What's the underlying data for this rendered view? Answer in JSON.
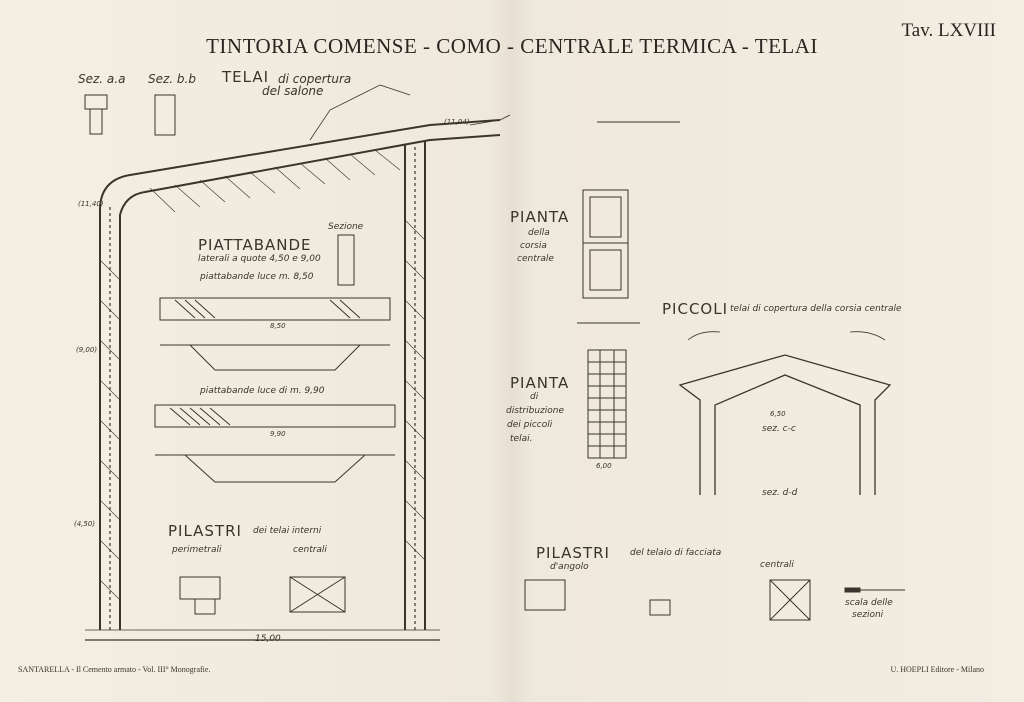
{
  "header": {
    "title": "TINTORIA COMENSE - COMO - CENTRALE TERMICA - TELAI",
    "plate": "Tav. LXVIII"
  },
  "sections": {
    "sez_aa": "Sez. a.a",
    "sez_bb": "Sez. b.b",
    "telai_title": "TELAI",
    "telai_sub1": "di copertura",
    "telai_sub2": "del salone",
    "piattabande_title": "PIATTABANDE",
    "piattabande_sub": "laterali a quote 4,50 e 9,00",
    "piatt_luce1": "piattabande luce m. 8,50",
    "piatt_luce2": "piattabande luce di m. 9,90",
    "sezione": "Sezione",
    "pianta1_title": "PIANTA",
    "pianta1_sub1": "della",
    "pianta1_sub2": "corsia",
    "pianta1_sub3": "centrale",
    "pianta2_title": "PIANTA",
    "pianta2_sub1": "di",
    "pianta2_sub2": "distribuzione",
    "pianta2_sub3": "dei piccoli",
    "pianta2_sub4": "telai.",
    "piccoli_title": "PICCOLI",
    "piccoli_sub": "telai di copertura della corsia centrale",
    "pilastri1_title": "PILASTRI",
    "pilastri1_sub": "dei telai interni",
    "perimetrali": "perimetrali",
    "centrali": "centrali",
    "pilastri2_title": "PILASTRI",
    "pilastri2_sub": "del telaio di facciata",
    "dangolo": "d'angolo",
    "centrali2": "centrali",
    "scala1": "scala delle",
    "scala2": "sezioni",
    "sez_cc": "sez. c-c",
    "sez_dd": "sez. d-d"
  },
  "dimensions": {
    "span_main": "15,00",
    "d_850": "8,50",
    "d_990": "9,90",
    "d_650": "6,50",
    "d_600": "6,00",
    "q_450": "(4,50)",
    "q_900": "(9,00)",
    "q_1140": "(11,40)",
    "q_1104": "(11,04)"
  },
  "footer": {
    "left": "SANTARELLA - Il Cemento armato - Vol. III° Monografie.",
    "right": "U. HOEPLI Editore - Milano"
  }
}
